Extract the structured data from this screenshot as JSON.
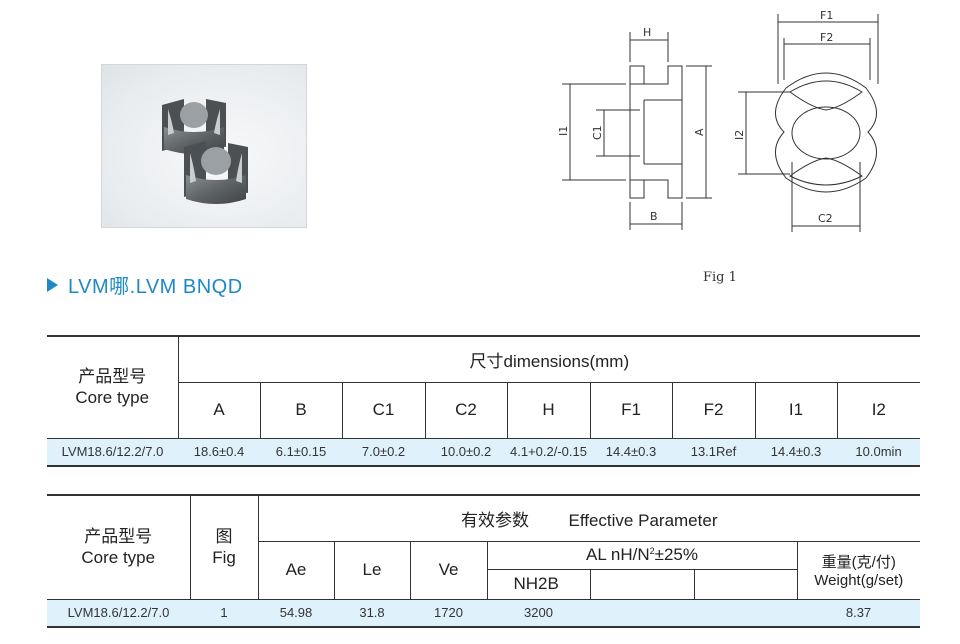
{
  "section_title": "LVM哪.LVM BNQD",
  "figure": {
    "caption": "Fig 1",
    "labels": {
      "H": "H",
      "I1": "I1",
      "C1": "C1",
      "A": "A",
      "B": "B",
      "F1": "F1",
      "F2": "F2",
      "I2": "I2",
      "C2": "C2"
    }
  },
  "dimensions_table": {
    "product_label_cn": "产品型号",
    "product_label_en": "Core type",
    "group_header": "尺寸dimensions(mm)",
    "columns": [
      "A",
      "B",
      "C1",
      "C2",
      "H",
      "F1",
      "F2",
      "I1",
      "I2"
    ],
    "rows": [
      {
        "core_type": "LVM18.6/12.2/7.0",
        "values": [
          "18.6±0.4",
          "6.1±0.15",
          "7.0±0.2",
          "10.0±0.2",
          "4.1+0.2/-0.15",
          "14.4±0.3",
          "13.1Ref",
          "14.4±0.3",
          "10.0min"
        ]
      }
    ]
  },
  "parameter_table": {
    "product_label_cn": "产品型号",
    "product_label_en": "Core type",
    "fig_label_cn": "图",
    "fig_label_en": "Fig",
    "group_header_cn": "有效参数",
    "group_header_en": "Effective Parameter",
    "columns": [
      "Ae",
      "Le",
      "Ve"
    ],
    "al_header_prefix": "AL  nH/N",
    "al_header_sup": "2",
    "al_header_suffix": "±25%",
    "al_materials": [
      "NH2B",
      "",
      ""
    ],
    "weight_label_cn": "重量(克/付)",
    "weight_label_en": "Weight(g/set)",
    "rows": [
      {
        "core_type": "LVM18.6/12.2/7.0",
        "fig": "1",
        "ae": "54.98",
        "le": "31.8",
        "ve": "1720",
        "al": [
          "3200",
          "",
          ""
        ],
        "weight": "8.37"
      }
    ]
  }
}
